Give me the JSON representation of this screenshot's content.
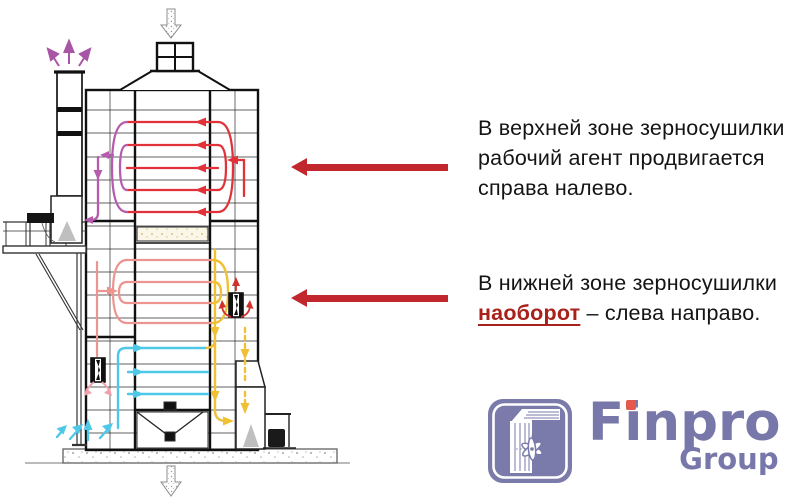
{
  "diagram": {
    "subject": "grain-dryer-schematic",
    "flow_colors": {
      "upper_zone_red": "#E03238",
      "exhaust_purple": "#B55CAE",
      "middle_zone_pink": "#EC9490",
      "recirculation_yellow": "#F0C035",
      "lower_zone_cyan": "#4FC8E8"
    }
  },
  "callouts": {
    "arrow_color": "#C1272D",
    "upper": {
      "lines": [
        "В верхней зоне зерносушилки",
        "рабочий агент продвигается",
        "справа налево."
      ]
    },
    "lower": {
      "line1": "В нижней зоне зерносушилки",
      "highlight": "наоборот",
      "rest": " – слева направо."
    }
  },
  "logo": {
    "name": "Finpro",
    "subname": "Group",
    "text_color": "#7778A9",
    "dot_color": "#E4584D",
    "icon_color": "#7A7BAA"
  }
}
